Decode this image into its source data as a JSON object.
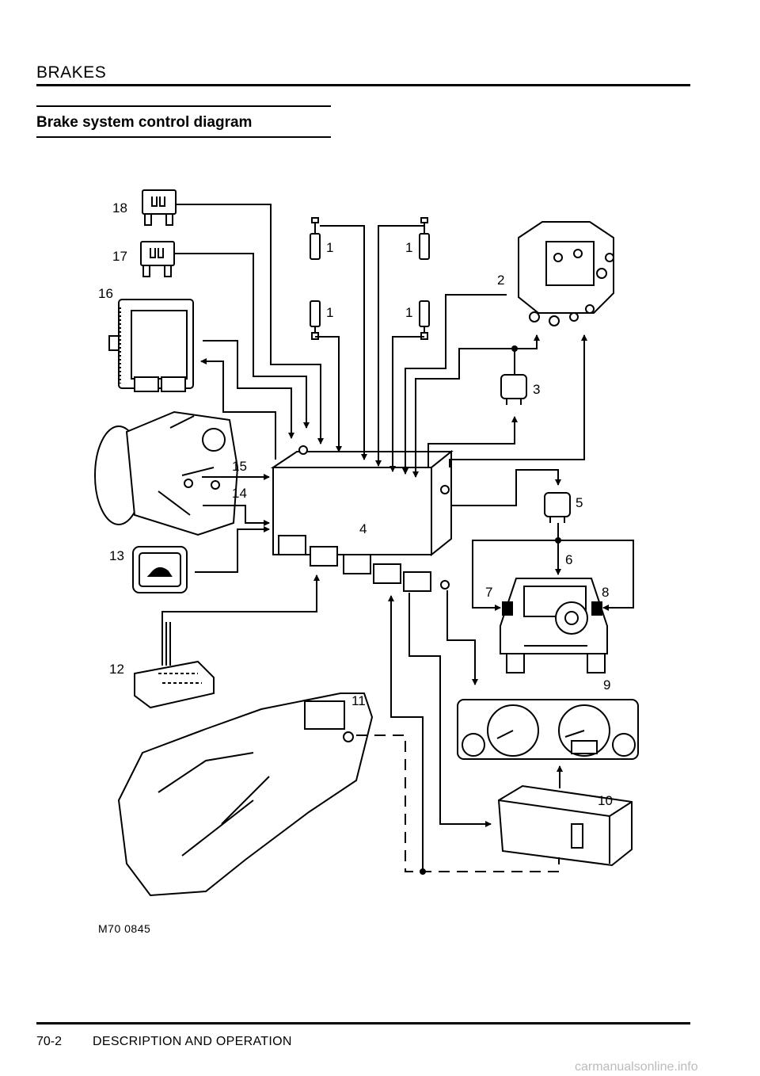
{
  "header": {
    "title": "BRAKES"
  },
  "section": {
    "title": "Brake system control diagram"
  },
  "diagram": {
    "callouts": [
      "18",
      "17",
      "16",
      "1",
      "1",
      "1",
      "1",
      "2",
      "3",
      "15",
      "14",
      "4",
      "5",
      "13",
      "6",
      "7",
      "8",
      "12",
      "9",
      "11",
      "10"
    ],
    "figure_ref": "M70 0845"
  },
  "footer": {
    "page": "70-2",
    "section": "DESCRIPTION AND OPERATION"
  },
  "watermark": "carmanualsonline.info"
}
